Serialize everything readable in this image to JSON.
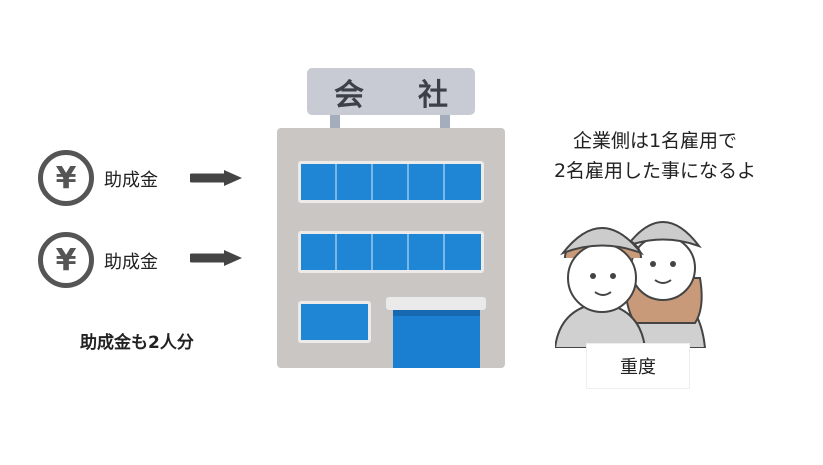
{
  "subsidies": [
    {
      "icon": "yen-coin-icon",
      "symbol": "¥",
      "label": "助成金"
    },
    {
      "icon": "yen-coin-icon",
      "symbol": "¥",
      "label": "助成金"
    }
  ],
  "caption_left": "助成金も2人分",
  "building": {
    "sign_chars": [
      "会",
      "社"
    ]
  },
  "message": {
    "line1": "企業側は1名雇用で",
    "line2": "2名雇用した事になるよ"
  },
  "worker_label": "重度",
  "colors": {
    "window": "#1f86d6",
    "building": "#c9c6c4",
    "arrow": "#444444"
  }
}
